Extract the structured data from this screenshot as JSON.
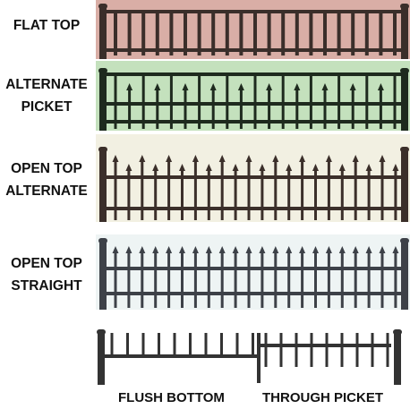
{
  "styles": [
    {
      "id": "flat-top",
      "lines": [
        "FLAT TOP"
      ],
      "bg": "#d9aea6",
      "color": "#3a2e2a"
    },
    {
      "id": "alternate-picket",
      "lines": [
        "ALTERNATE",
        "PICKET"
      ],
      "bg": "#c4e1bd",
      "color": "#1e2a1e"
    },
    {
      "id": "open-top-alternate",
      "lines": [
        "OPEN TOP",
        "ALTERNATE"
      ],
      "bg": "#f2f0e2",
      "color": "#3b2f2a"
    },
    {
      "id": "open-top-straight",
      "lines": [
        "OPEN TOP",
        "STRAIGHT"
      ],
      "bg": "#eef4f4",
      "color": "#3d4148"
    }
  ],
  "bottom_options": {
    "flush_bottom": "FLUSH BOTTOM",
    "through_picket": "THROUGH PICKET",
    "color": "#333333"
  }
}
